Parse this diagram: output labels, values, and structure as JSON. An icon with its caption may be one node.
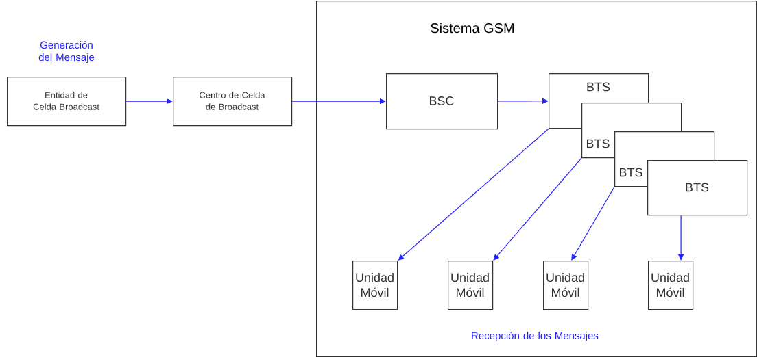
{
  "diagram": {
    "nodes": [
      {
        "text": [
          "Sistema GSM"
        ]
      },
      {
        "text": [
          "Entidad de Celda Broadcast"
        ]
      },
      {
        "text": [
          "Centro de Celda de Broadcast"
        ]
      },
      {
        "text": [
          "BSC"
        ],
        "in": 0
      },
      {
        "text": [
          "BTS"
        ],
        "in": 0
      },
      {
        "text": [
          "BTS"
        ],
        "in": 0
      },
      {
        "text": [
          "BTS"
        ],
        "in": 0
      },
      {
        "text": [
          "BTS"
        ],
        "in": 0
      },
      {
        "text": [
          "Unidad Móvil"
        ],
        "in": 0
      },
      {
        "text": [
          "Unidad Móvil"
        ],
        "in": 0
      },
      {
        "text": [
          "Unidad Móvil"
        ],
        "in": 0
      },
      {
        "text": [
          "Unidad Móvil"
        ],
        "in": 0
      }
    ],
    "edges": [
      {
        "from": 1,
        "to": 2,
        "arrow": "to"
      },
      {
        "from": 2,
        "to": 3,
        "arrow": "to"
      },
      {
        "from": 3,
        "to": 4,
        "arrow": "to"
      },
      {
        "from": 4,
        "to": 8,
        "arrow": "to"
      },
      {
        "from": 5,
        "to": 9,
        "arrow": "to"
      },
      {
        "from": 6,
        "to": 10,
        "arrow": "to"
      },
      {
        "from": 7,
        "to": 11,
        "arrow": "to"
      }
    ],
    "labels": [
      "Generación del Mensaje",
      "Recepción de los Mensajes"
    ]
  }
}
